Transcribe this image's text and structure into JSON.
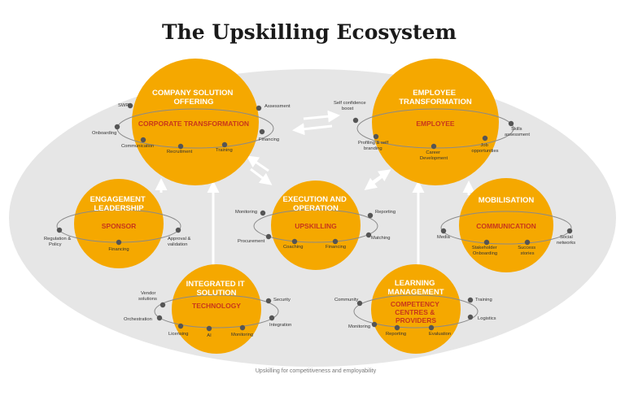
{
  "title": "The Upskilling Ecosystem",
  "caption": "Upskilling for competitiveness and employability",
  "colors": {
    "circle": "#F5A800",
    "accent": "#C8371B",
    "white": "#FFFFFF",
    "ellipse": "#E6E6E6",
    "ring": "#8A8A8A",
    "dot": "#555555",
    "label": "#333333",
    "arrow": "#FFFFFF"
  },
  "nodes": {
    "company": {
      "heading": [
        "COMPANY SOLUTION",
        "OFFERING"
      ],
      "sub": [
        "CORPORATE TRANSFORMATION"
      ],
      "points": {
        "swp": "SWP",
        "onboarding": "Onboarding",
        "communication": "Communication",
        "recruitment": "Recruitment",
        "training": "Training",
        "financing": "Financing",
        "assessment": "Assessment"
      }
    },
    "employee": {
      "heading": [
        "EMPLOYEE",
        "TRANSFORMATION"
      ],
      "sub": [
        "EMPLOYEE"
      ],
      "points": {
        "self_confidence": [
          "Self confidence",
          "boost"
        ],
        "profiling": [
          "Profiling & self",
          "branding"
        ],
        "career": [
          "Career",
          "Development"
        ],
        "job": [
          "Job",
          "opportunities"
        ],
        "skills": [
          "Skills",
          "assessment"
        ]
      }
    },
    "engagement": {
      "heading": [
        "ENGAGEMENT",
        "LEADERSHIP"
      ],
      "sub": [
        "SPONSOR"
      ],
      "points": {
        "regulation": [
          "Regulation &",
          "Policy"
        ],
        "financing": "Financing",
        "approval": [
          "Approval &",
          "validation"
        ]
      }
    },
    "execution": {
      "heading": [
        "EXECUTION AND",
        "OPERATION"
      ],
      "sub": [
        "UPSKILLING"
      ],
      "points": {
        "monitoring": "Monitoring",
        "procurement": "Procurement",
        "coaching": "Coaching",
        "financing": "Financing",
        "matching": "Matching",
        "reporting": "Reporting"
      }
    },
    "mobilisation": {
      "heading": [
        "MOBILISATION"
      ],
      "sub": [
        "COMMUNICATION"
      ],
      "points": {
        "media": "Media",
        "stakeholder": [
          "Stakeholder",
          "Onboarding"
        ],
        "success": [
          "Success",
          "stories"
        ],
        "social": [
          "Social",
          "networks"
        ]
      }
    },
    "it": {
      "heading": [
        "INTEGRATED IT",
        "SOLUTION"
      ],
      "sub": [
        "TECHNOLOGY"
      ],
      "points": {
        "vendor": [
          "Vendor",
          "solutions"
        ],
        "orchestration": "Orchestration",
        "licensing": "Licensing",
        "ai": "AI",
        "monitoring": "Monitoring",
        "integration": "Integration",
        "security": "Security"
      }
    },
    "learning": {
      "heading": [
        "LEARNING",
        "MANAGEMENT"
      ],
      "sub": [
        "COMPETENCY",
        "CENTRES &",
        "PROVIDERS"
      ],
      "points": {
        "community": "Community",
        "monitoring": "Monitoring",
        "reporting": "Reporting",
        "evaluation": "Evaluation",
        "logistics": "Logistics",
        "training": "Training"
      }
    }
  }
}
